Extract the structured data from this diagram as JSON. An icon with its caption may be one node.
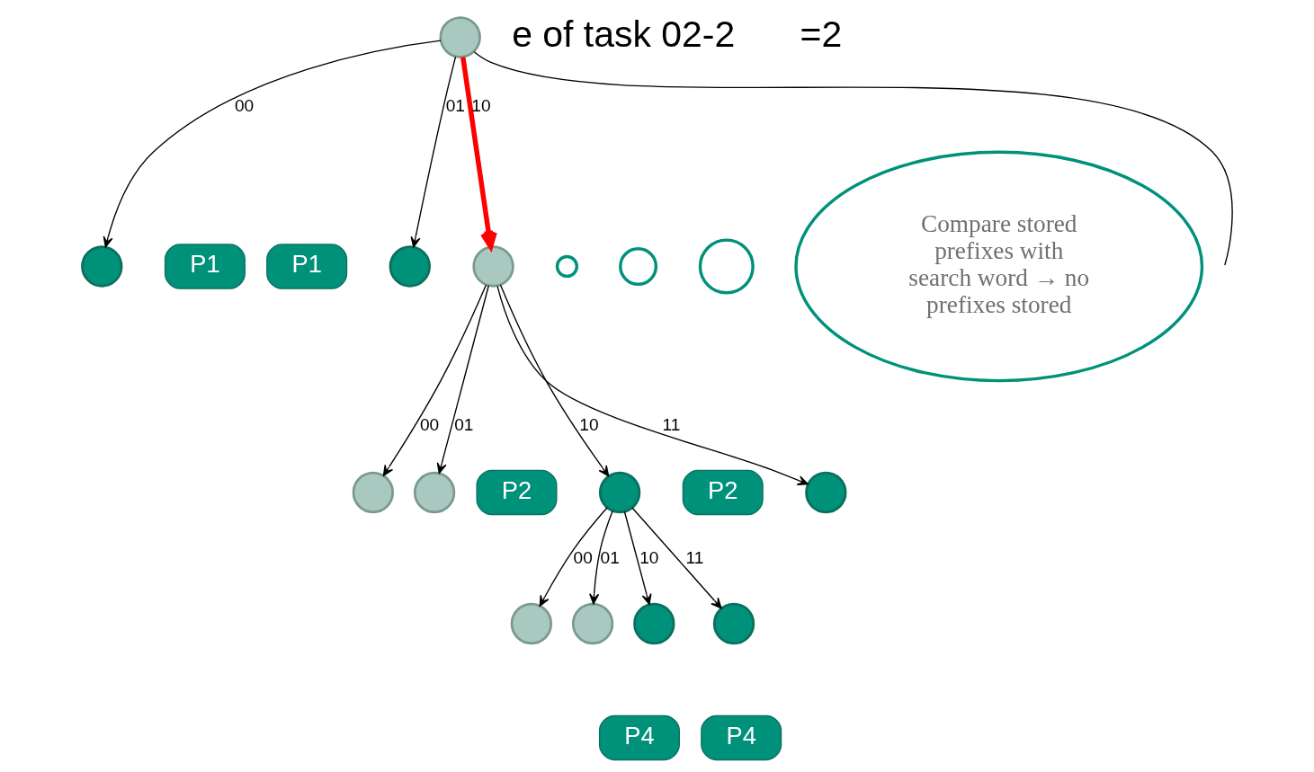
{
  "diagram": {
    "nodes": [
      {
        "text": [],
        "shape": "circle"
      },
      {
        "text": [
          "Compare stored prefixes with search word → no prefixes stored"
        ]
      },
      {
        "text": [
          "P1"
        ]
      },
      {
        "text": [],
        "shape": "circle"
      },
      {
        "text": [
          "P1"
        ]
      },
      {
        "text": [],
        "shape": "circle"
      },
      {
        "text": [],
        "shape": "circle"
      },
      {
        "text": [],
        "shape": "circle"
      },
      {
        "text": [],
        "shape": "circle"
      },
      {
        "text": [],
        "shape": "circle"
      },
      {
        "text": [],
        "shape": "circle"
      },
      {
        "text": [],
        "shape": "circle"
      },
      {
        "text": [
          "P2"
        ]
      },
      {
        "text": [],
        "shape": "circle"
      },
      {
        "text": [
          "P2"
        ]
      },
      {
        "text": [],
        "shape": "circle"
      },
      {
        "text": [],
        "shape": "circle"
      },
      {
        "text": [],
        "shape": "circle"
      },
      {
        "text": [],
        "shape": "circle"
      },
      {
        "text": [],
        "shape": "circle"
      },
      {
        "text": [
          "P4"
        ]
      },
      {
        "text": [
          "P4"
        ]
      }
    ],
    "edges": [
      {
        "from": 0,
        "to": 3,
        "label": "00",
        "arrow": "to"
      },
      {
        "from": 0,
        "to": 5,
        "label": "01",
        "arrow": "to"
      },
      {
        "from": 0,
        "to": 6,
        "label": "10",
        "arrow": "to",
        "style": "thick",
        "color": "#ff0000"
      },
      {
        "from": 0,
        "to": null,
        "arrow": "none"
      },
      {
        "from": 6,
        "to": 10,
        "label": "00",
        "arrow": "to"
      },
      {
        "from": 6,
        "to": 11,
        "label": "01",
        "arrow": "to"
      },
      {
        "from": 6,
        "to": 13,
        "label": "10",
        "arrow": "to"
      },
      {
        "from": 6,
        "to": 15,
        "label": "11",
        "arrow": "to"
      },
      {
        "from": 13,
        "to": 16,
        "label": "00",
        "arrow": "to"
      },
      {
        "from": 13,
        "to": 17,
        "label": "01",
        "arrow": "to"
      },
      {
        "from": 13,
        "to": 18,
        "label": "10",
        "arrow": "to"
      },
      {
        "from": 13,
        "to": 19,
        "label": "11",
        "arrow": "to"
      }
    ],
    "labels": [
      "e of task 02-2",
      "=2"
    ]
  }
}
